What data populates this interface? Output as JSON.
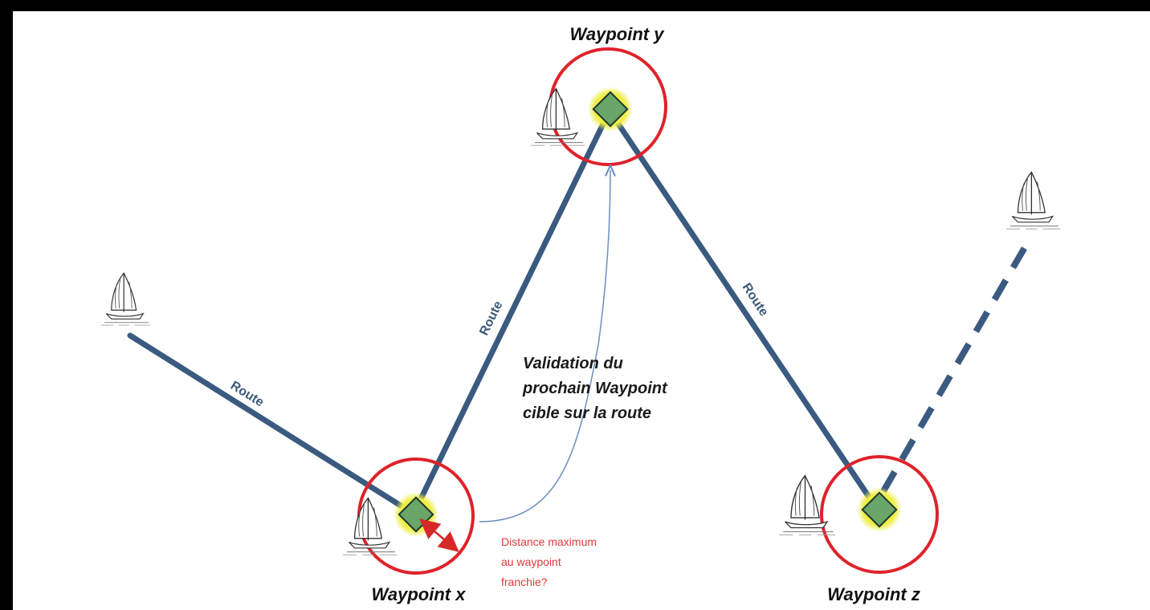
{
  "waypoints": {
    "x": {
      "label": "Waypoint x"
    },
    "y": {
      "label": "Waypoint y"
    },
    "z": {
      "label": "Waypoint z"
    }
  },
  "routes": {
    "label_1": "Route",
    "label_2": "Route",
    "label_3": "Route"
  },
  "annotation": {
    "line1": "Validation du",
    "line2": "prochain Waypoint",
    "line3": "cible sur la route"
  },
  "distance_note": {
    "line1": "Distance maximum",
    "line2": "au waypoint",
    "line3": "franchie?"
  },
  "colors": {
    "route": "#3a5a80",
    "circle": "#e0222b",
    "marker_fill": "#6aa56a",
    "marker_glow": "#eeee44",
    "annotation_arrow": "#6a8fbf",
    "distance_arrow": "#d62828"
  },
  "icons": [
    "sailboat-icon",
    "waypoint-marker-icon",
    "arrow-icon"
  ]
}
